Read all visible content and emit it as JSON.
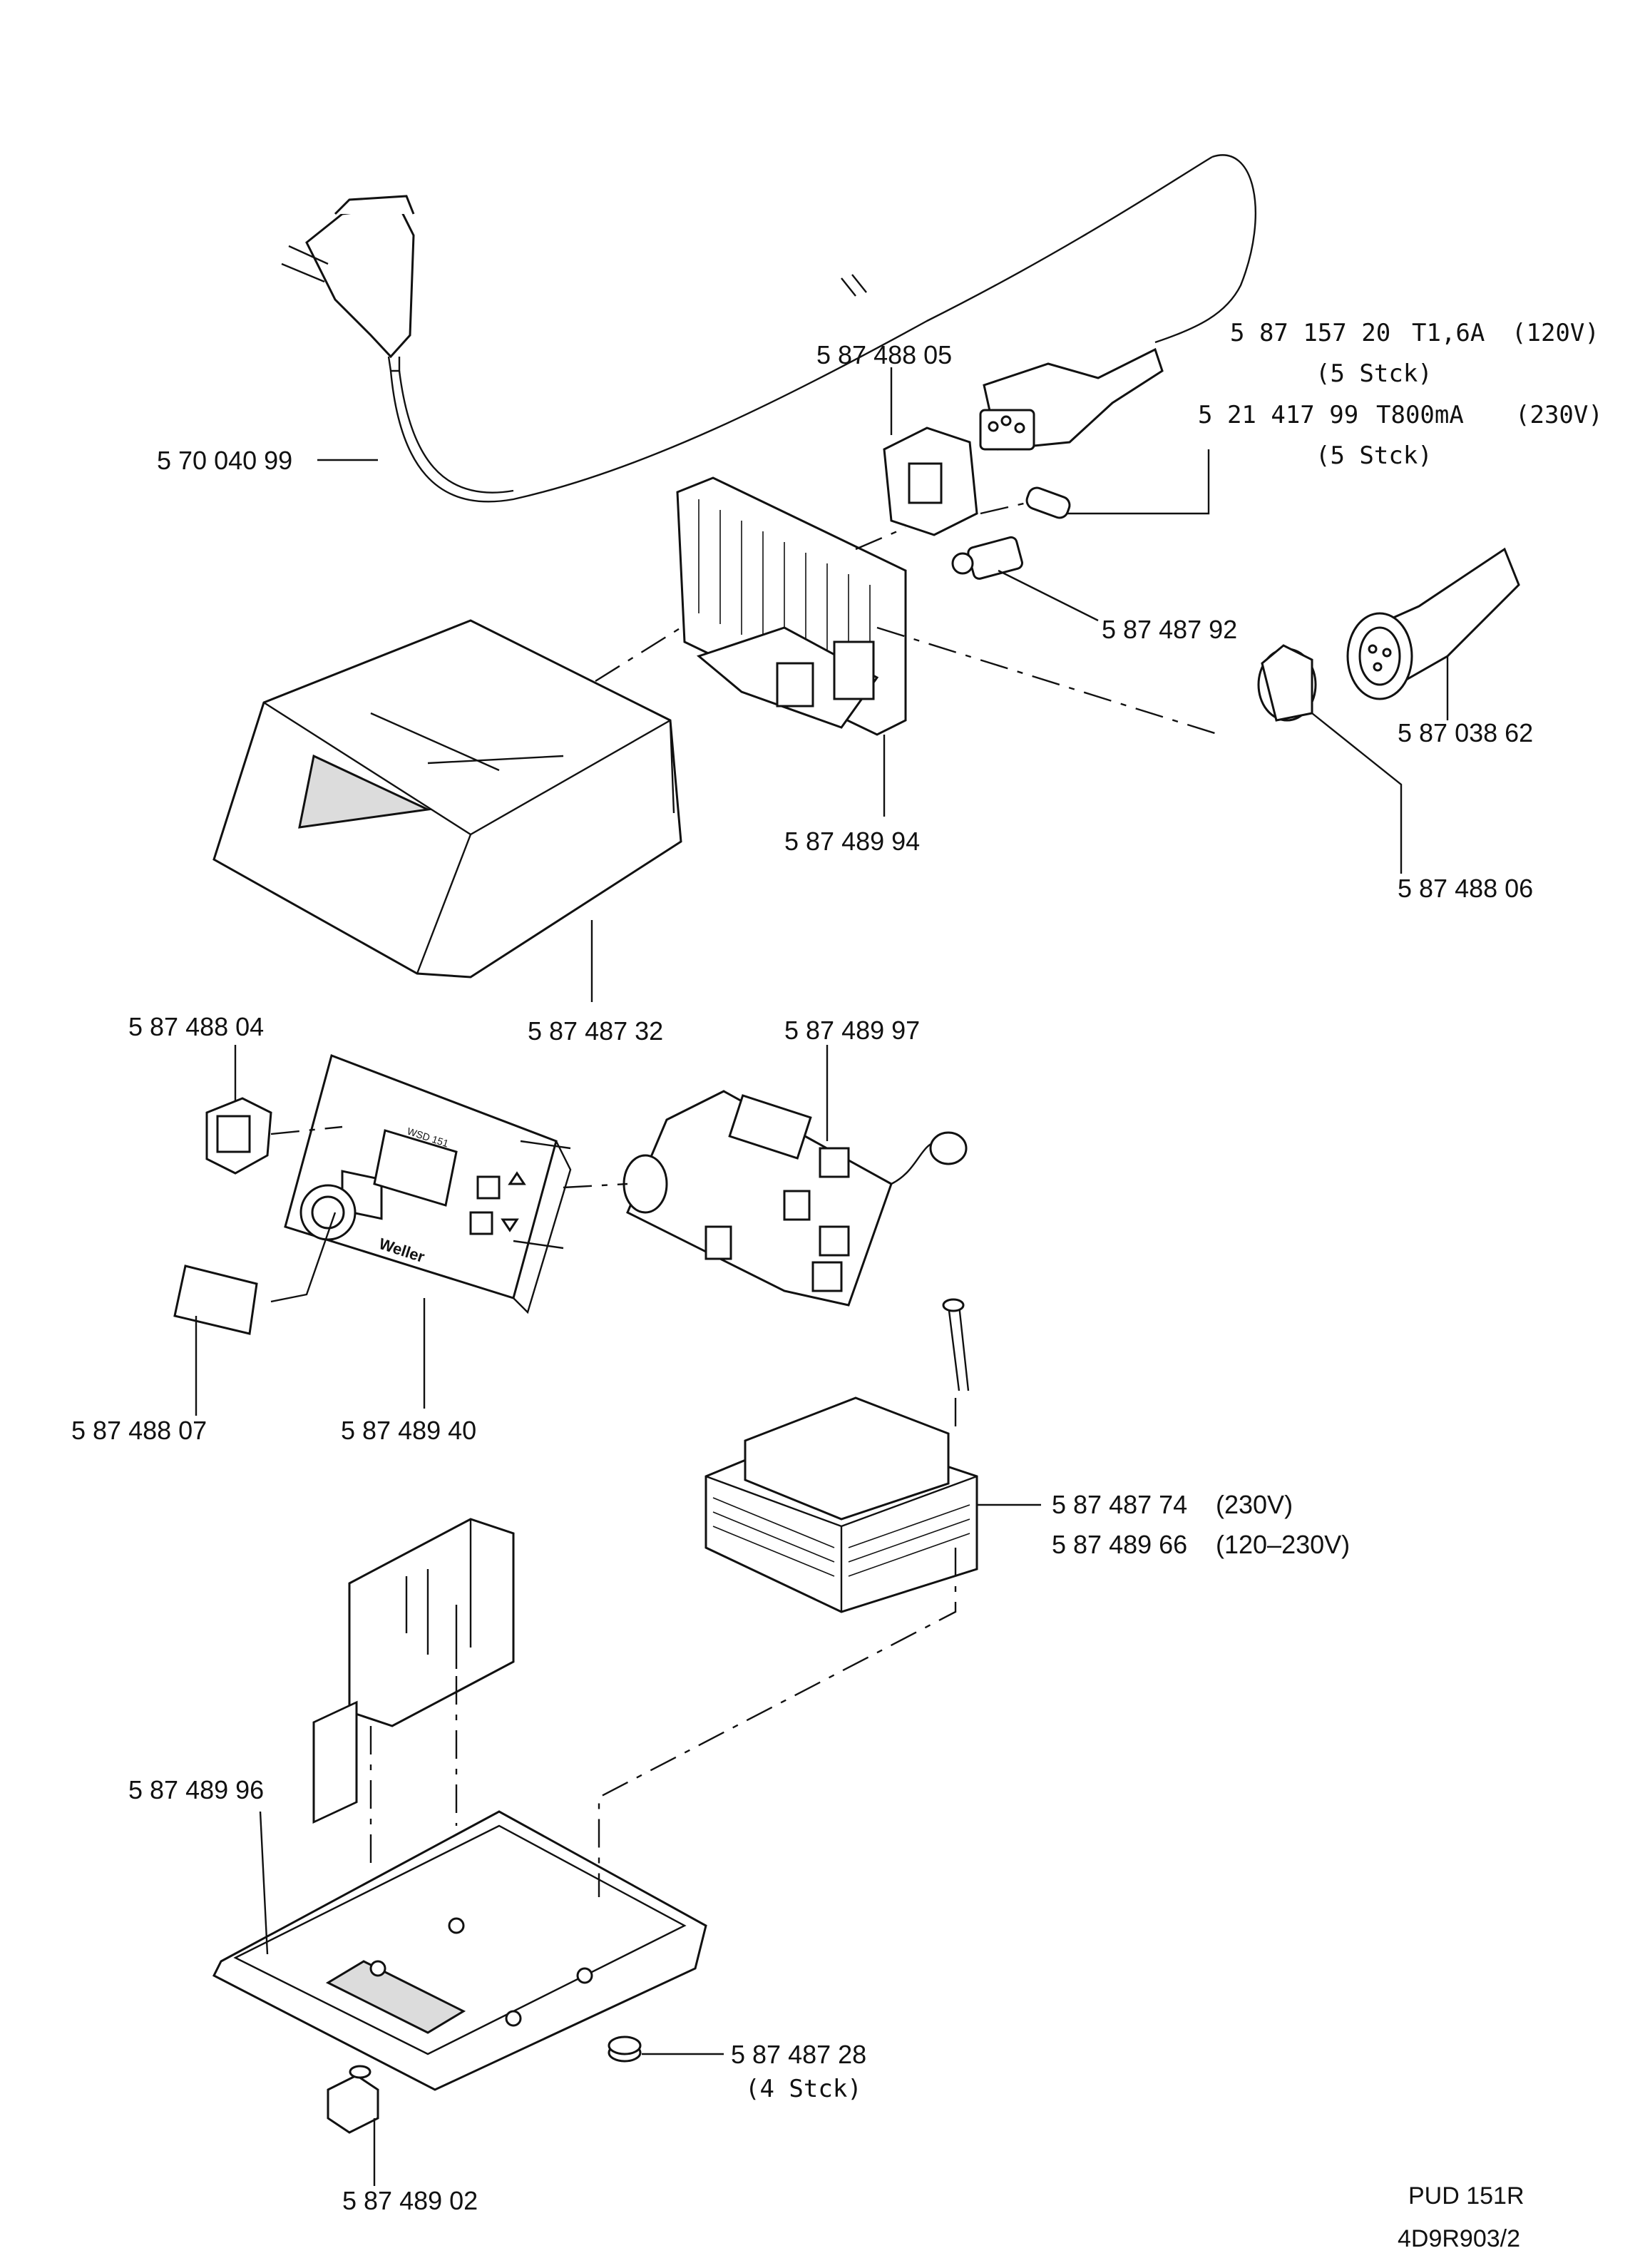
{
  "parts": [
    {
      "id": "power-cord",
      "number": "5 70 040 99"
    },
    {
      "id": "power-socket",
      "number": "5 87 488 05"
    },
    {
      "id": "fuse-120v",
      "number": "5 87 157  20",
      "spec": "T1,6A",
      "voltage": "(120V)",
      "qty": "(5  Stck)"
    },
    {
      "id": "fuse-230v",
      "number": "5 21 417  99",
      "spec": "T800mA",
      "voltage": "(230V)",
      "qty": "(5  Stck)"
    },
    {
      "id": "fuse-holder",
      "number": "5 87 487 92"
    },
    {
      "id": "connector-plug",
      "number": "5 87 038 62"
    },
    {
      "id": "socket-receptacle",
      "number": "5 87 488 06"
    },
    {
      "id": "heatsink-board",
      "number": "5 87 489 94"
    },
    {
      "id": "housing-cover",
      "number": "5 87 487 32"
    },
    {
      "id": "rocker-switch",
      "number": "5 87 488 04"
    },
    {
      "id": "control-board",
      "number": "5 87 489 97"
    },
    {
      "id": "window-label",
      "number": "5 87 488 07"
    },
    {
      "id": "front-panel",
      "number": "5 87 489 40",
      "panel_text": "WSD 151",
      "brand": "Weller"
    },
    {
      "id": "transformer-230v",
      "number": "5 87 487 74",
      "voltage": "(230V)"
    },
    {
      "id": "transformer-120-230v",
      "number": "5 87 489 66",
      "voltage": "(120–230V)"
    },
    {
      "id": "shield-plate",
      "number": "5 87 489 96"
    },
    {
      "id": "rubber-foot",
      "number": "5 87 487 28",
      "qty": "(4  Stck)"
    },
    {
      "id": "tip-holder",
      "number": "5 87 489 02"
    }
  ],
  "footer": {
    "model": "PUD  151R",
    "drawing_no": "4D9R903/2"
  }
}
